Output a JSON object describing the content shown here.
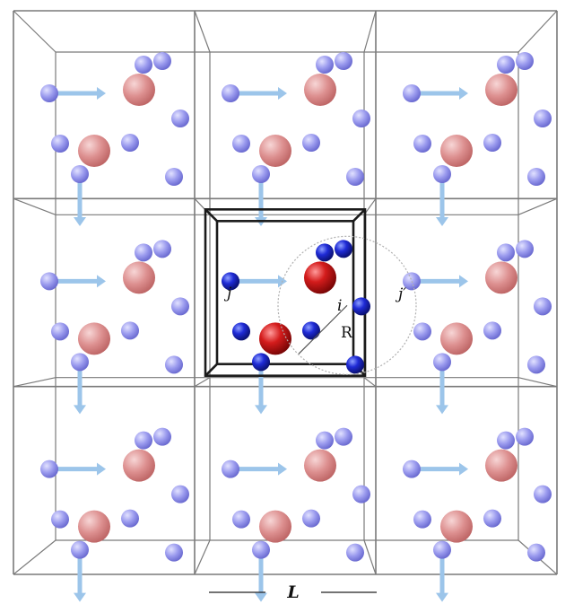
{
  "labels": {
    "particle_j": "j",
    "particle_i": "i",
    "image_j": "j′",
    "cutoff_radius": "R",
    "box_length": "L"
  },
  "grid": {
    "rows": 3,
    "cols": 3,
    "central_cell": [
      1,
      1
    ]
  },
  "colors": {
    "small_particle_faded": "#8f8fe6",
    "small_particle_solid": "#1f2bd6",
    "large_particle_faded": "#d98888",
    "large_particle_solid": "#cc1a1a",
    "arrow": "#9cc5ea",
    "cell_outline": "#7a7a7a",
    "central_outline": "#1a1a1a",
    "cutoff_circle": "#b0b0b0"
  }
}
